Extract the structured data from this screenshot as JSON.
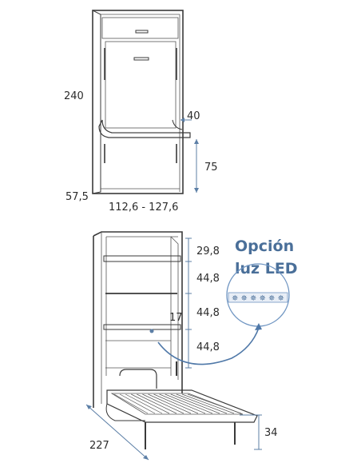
{
  "top_view": {
    "height_label": "240",
    "desk_depth_label": "40",
    "desk_height_label": "75",
    "depth_label": "57,5",
    "width_label": "112,6 - 127,6"
  },
  "bottom_view": {
    "shelf_spacing": [
      "29,8",
      "44,8",
      "44,8",
      "44,8"
    ],
    "shelf_inset_label": "17",
    "bed_length_label": "227",
    "leg_height_label": "34"
  },
  "callout": {
    "line1": "Opción",
    "line2": "luz LED"
  },
  "colors": {
    "line": "#3a3a3a",
    "dimension": "#5c7fa6",
    "callout_text": "#4a6f99",
    "led_circle": "#6f95c2"
  }
}
